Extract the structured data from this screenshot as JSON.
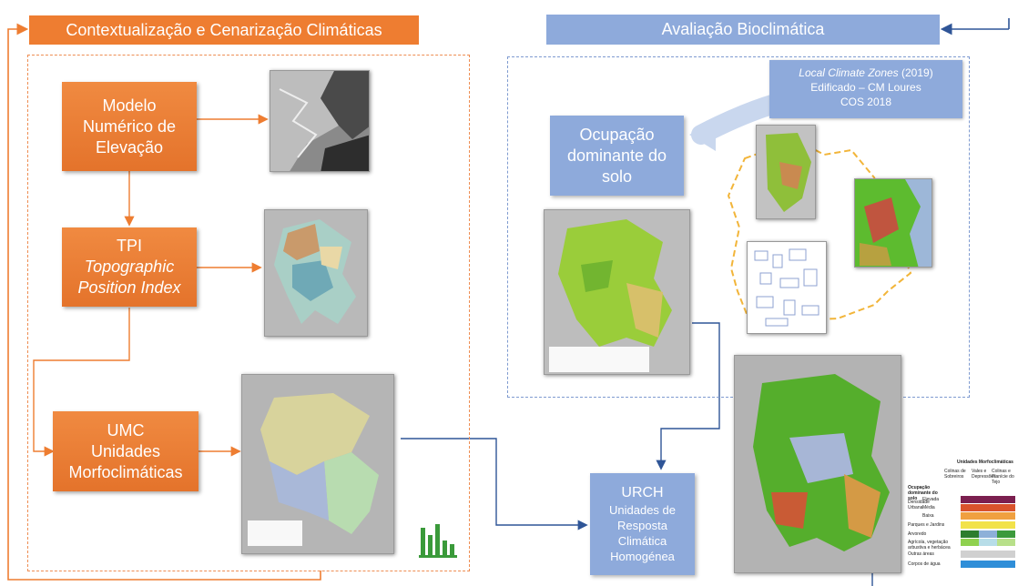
{
  "headers": {
    "left": "Contextualização e Cenarização Climáticas",
    "right": "Avaliação Bioclimática"
  },
  "boxes": {
    "mne": [
      "Modelo",
      "Numérico de",
      "Elevação"
    ],
    "tpi": {
      "line1": "TPI",
      "line2": "Topographic",
      "line3": "Position Index"
    },
    "umc": [
      "UMC",
      "Unidades",
      "Morfoclimáticas"
    ],
    "ocupacao": [
      "Ocupação",
      "dominante do",
      "solo"
    ],
    "urch": {
      "title": "URCH",
      "lines": [
        "Unidades de",
        "Resposta",
        "Climática",
        "Homogénea"
      ]
    }
  },
  "sources": {
    "lcz_italic": "Local Climate Zones",
    "lcz_year": "(2019)",
    "line2": "Edificado – CM Loures",
    "line3": "COS 2018"
  },
  "legend": {
    "title": "Unidades Morfoclimáticas",
    "row_header": "Ocupação dominante do solo",
    "columns": [
      "Colinas de Sobreiros",
      "Vales e Depressões",
      "Colinas e Planície do Tejo"
    ],
    "group": "Densidade Urbana",
    "rows": [
      "Elevada",
      "Média",
      "Baixa",
      "Parques e Jardins",
      "Arvoredo",
      "Agrícola, vegetação arbustiva e herbácea",
      "Outras áreas",
      "Corpos de água"
    ]
  },
  "colors": {
    "orange": "#ee7d31",
    "blue": "#8eaadb",
    "arrow_blue": "#2f5597",
    "icon_green": "#3a9a3a"
  },
  "icons": [
    "chart-bars-icon"
  ]
}
